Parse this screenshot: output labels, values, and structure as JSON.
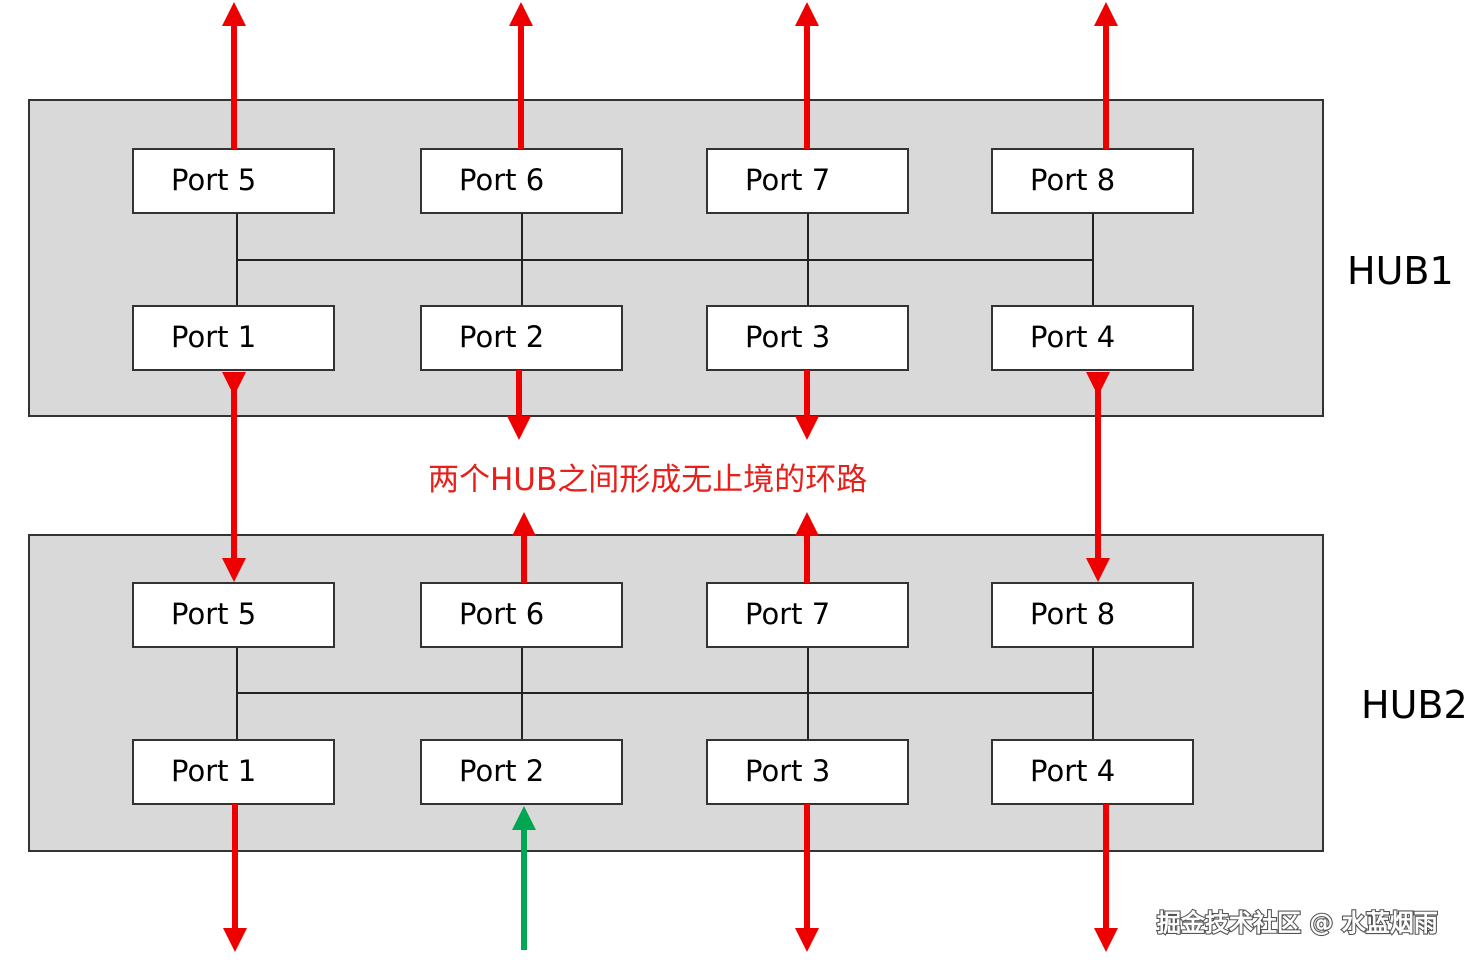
{
  "hubs": [
    {
      "label": "HUB1",
      "top_ports": [
        "Port 5",
        "Port 6",
        "Port 7",
        "Port 8"
      ],
      "bottom_ports": [
        "Port 1",
        "Port 2",
        "Port 3",
        "Port 4"
      ]
    },
    {
      "label": "HUB2",
      "top_ports": [
        "Port 5",
        "Port 6",
        "Port 7",
        "Port 8"
      ],
      "bottom_ports": [
        "Port 1",
        "Port 2",
        "Port 3",
        "Port 4"
      ]
    }
  ],
  "caption": "两个HUB之间形成无止境的环路",
  "watermark": "掘金技术社区 @ 水蓝烟雨",
  "colors": {
    "hub_fill": "#d9d9d9",
    "loop_arrow": "#ee0000",
    "input_arrow": "#00a651",
    "caption": "#e8201c"
  }
}
